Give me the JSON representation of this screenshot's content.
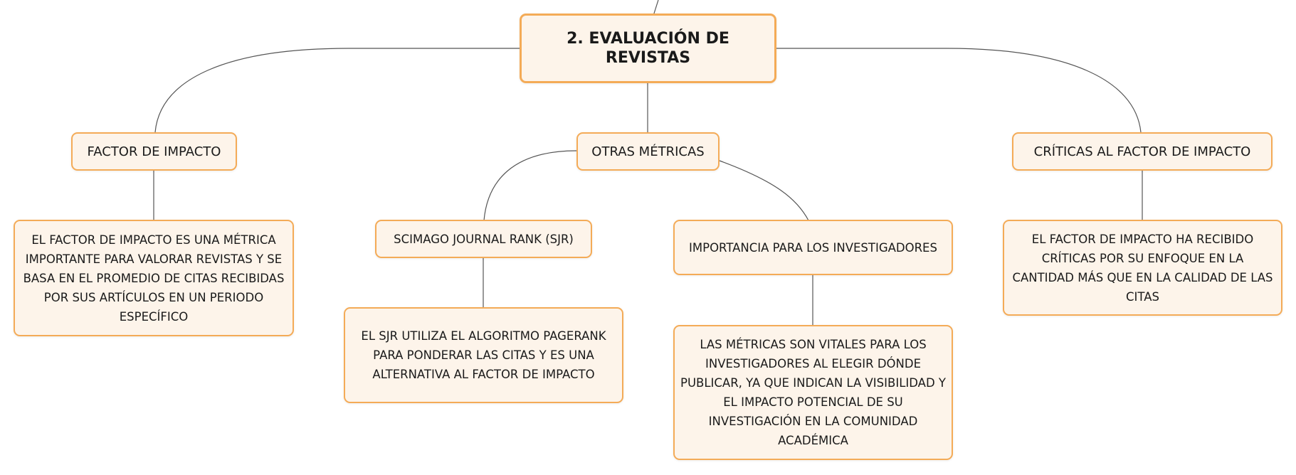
{
  "diagram": {
    "root": {
      "label": "2. EVALUACIÓN DE REVISTAS"
    },
    "branches": [
      {
        "label": "FACTOR DE IMPACTO",
        "children": [
          {
            "label": "EL FACTOR DE IMPACTO ES UNA MÉTRICA IMPORTANTE PARA VALORAR REVISTAS Y SE BASA EN EL PROMEDIO DE CITAS RECIBIDAS POR SUS ARTÍCULOS EN UN PERIODO ESPECÍFICO"
          }
        ]
      },
      {
        "label": "OTRAS MÉTRICAS",
        "children": [
          {
            "label": "SCIMAGO JOURNAL RANK (SJR)",
            "children": [
              {
                "label": "EL SJR UTILIZA EL ALGORITMO PAGERANK PARA PONDERAR LAS CITAS Y ES UNA ALTERNATIVA AL FACTOR DE IMPACTO"
              }
            ]
          },
          {
            "label": "IMPORTANCIA PARA LOS INVESTIGADORES",
            "children": [
              {
                "label": "LAS MÉTRICAS SON VITALES PARA LOS INVESTIGADORES AL ELEGIR DÓNDE PUBLICAR, YA QUE INDICAN LA VISIBILIDAD Y EL IMPACTO POTENCIAL DE SU INVESTIGACIÓN EN LA COMUNIDAD ACADÉMICA"
              }
            ]
          }
        ]
      },
      {
        "label": "CRÍTICAS AL FACTOR DE IMPACTO",
        "children": [
          {
            "label": "EL FACTOR DE IMPACTO HA RECIBIDO CRÍTICAS POR SU ENFOQUE EN LA CANTIDAD MÁS QUE EN LA CALIDAD DE LAS CITAS"
          }
        ]
      }
    ]
  }
}
